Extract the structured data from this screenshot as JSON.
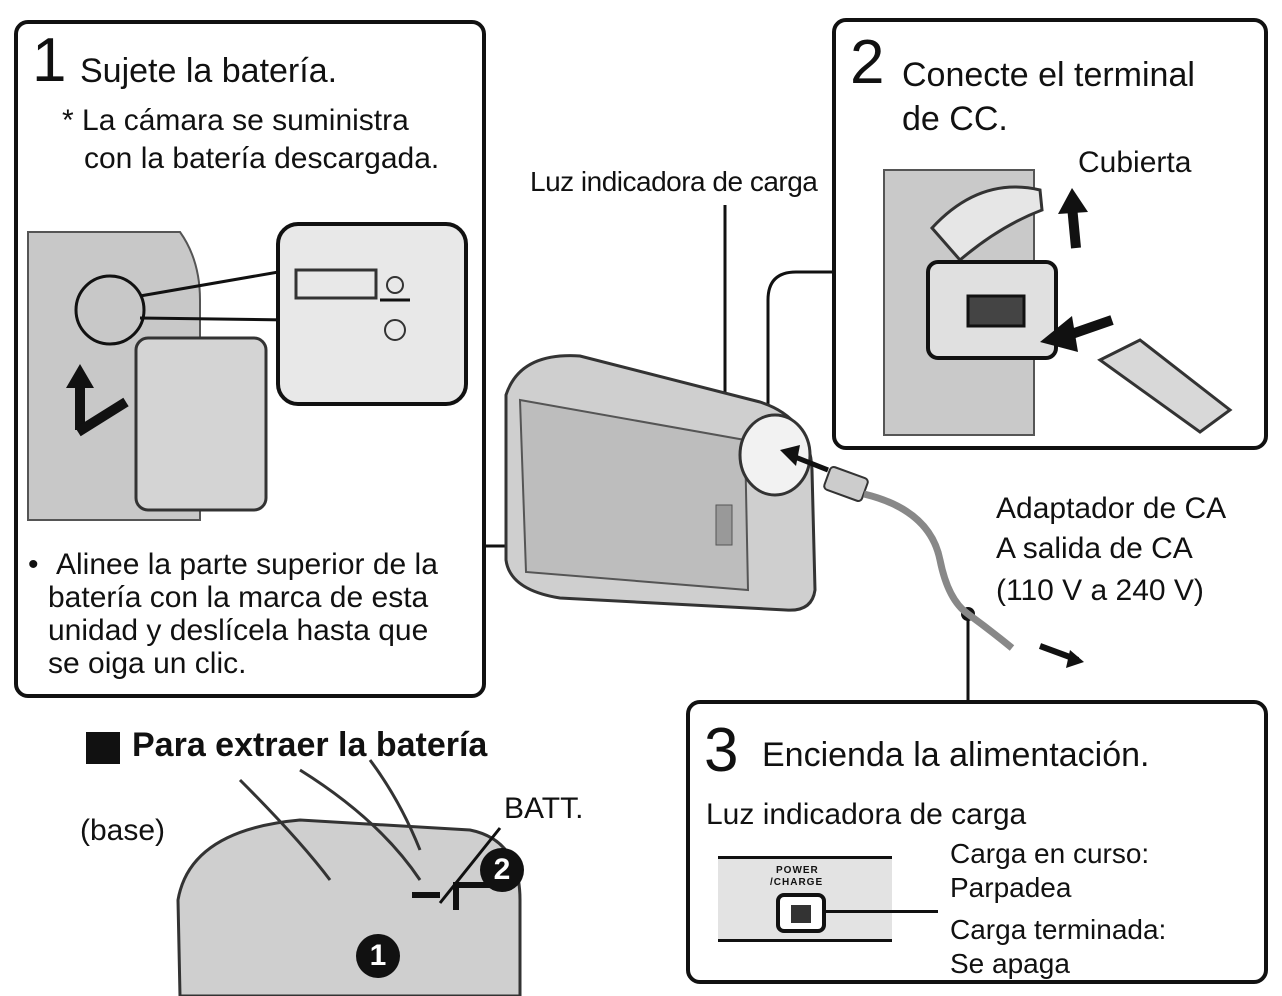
{
  "step1": {
    "number": "1",
    "title": "Sujete la batería.",
    "note_line1": "* La cámara se suministra",
    "note_line2": "con la batería descargada.",
    "bullet": "•",
    "instr_line1": "Alinee la parte superior de la",
    "instr_line2": "batería con la marca de esta",
    "instr_line3": "unidad y deslícela hasta que",
    "instr_line4": "se oiga un clic."
  },
  "step2": {
    "number": "2",
    "title_line1": "Conecte el terminal",
    "title_line2": "de CC.",
    "cover_label": "Cubierta"
  },
  "step3": {
    "number": "3",
    "title": "Encienda la alimentación.",
    "lamp_label": "Luz indicadora de carga",
    "panel_line1": "POWER",
    "panel_line2": "/CHARGE",
    "charging_line1": "Carga en curso:",
    "charging_line2": "Parpadea",
    "done_line1": "Carga terminada:",
    "done_line2": "Se apaga"
  },
  "center": {
    "lamp_label": "Luz indicadora de carga",
    "adapter_line1": "Adaptador de CA",
    "adapter_line2": "A salida de CA",
    "adapter_line3": "(110 V a 240 V)"
  },
  "remove": {
    "title": "Para extraer la batería",
    "base_label": "(base)",
    "batt_label": "BATT.",
    "step_one": "1",
    "step_two": "2"
  }
}
